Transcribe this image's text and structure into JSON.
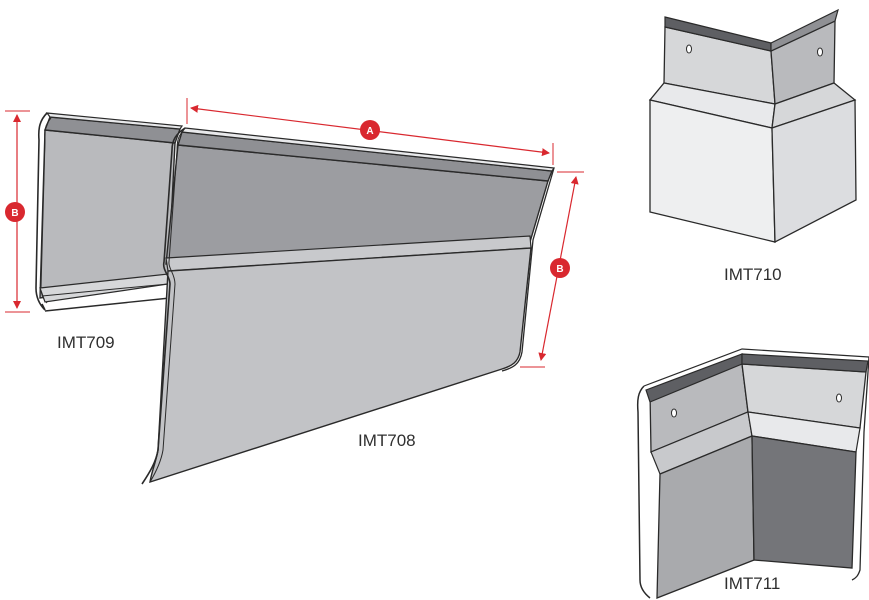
{
  "colors": {
    "accent_red": "#d9282f",
    "outline": "#2a2a2a",
    "light_face": "#d6d7d9",
    "mid_face": "#b9babd",
    "dark_face": "#8f9094",
    "darkest_face": "#5e5f63",
    "pale_face": "#e8e9eb"
  },
  "parts": {
    "imt709": {
      "label": "IMT709"
    },
    "imt708": {
      "label": "IMT708"
    },
    "imt710": {
      "label": "IMT710"
    },
    "imt711": {
      "label": "IMT711"
    }
  },
  "dimensions": {
    "a": {
      "label": "A"
    },
    "b_left": {
      "label": "B"
    },
    "b_right": {
      "label": "B"
    }
  },
  "icons": {
    "fixing_hole": "small-oval-hole-icon",
    "dimension_arrow": "double-headed-arrow-icon"
  }
}
